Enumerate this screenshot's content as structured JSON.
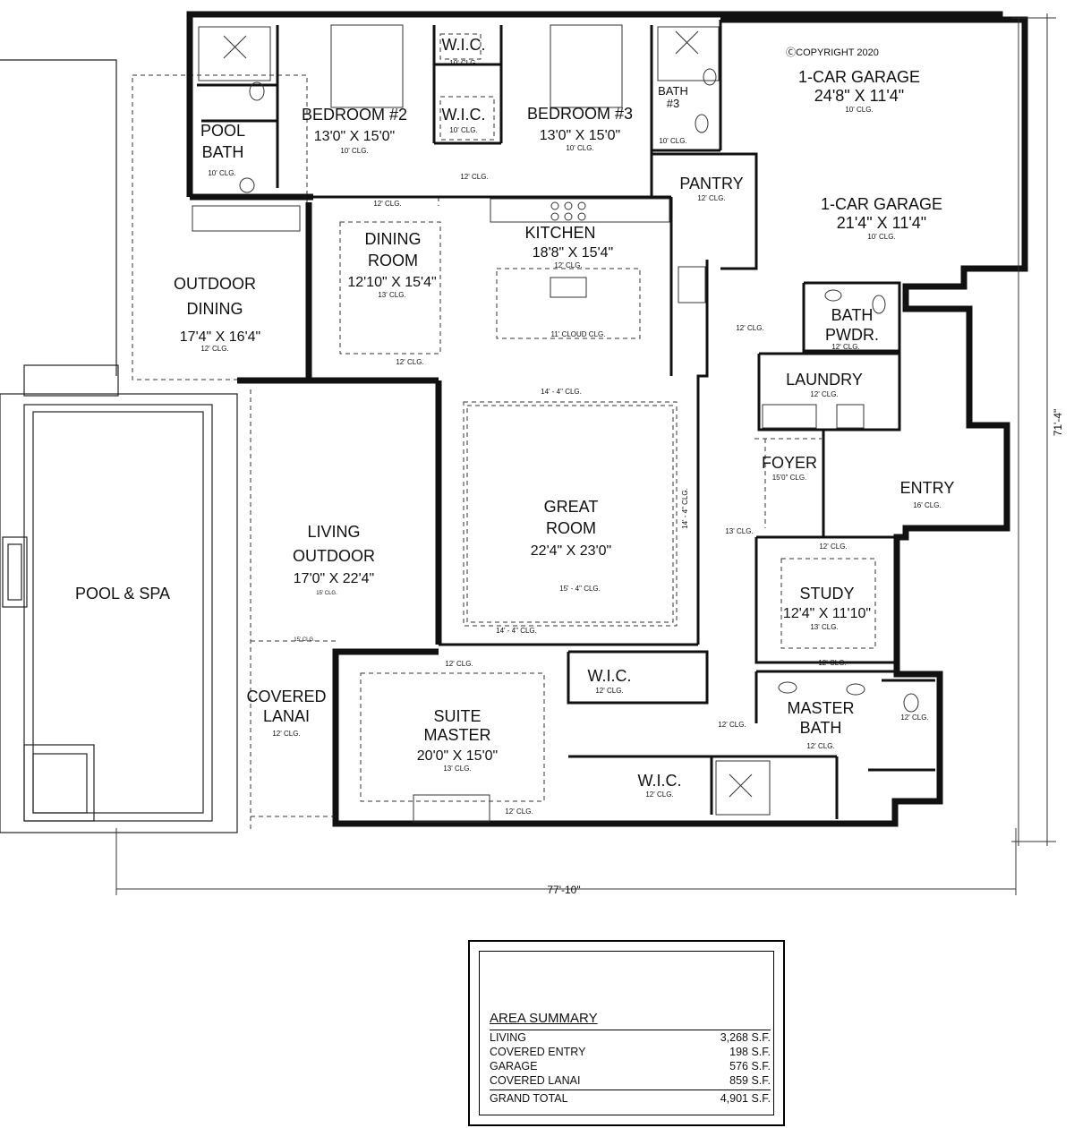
{
  "copyright": "ⒸCOPYRIGHT 2020",
  "rooms": {
    "garage1": {
      "name": "1-CAR GARAGE",
      "size": "24'8\" X 11'4\"",
      "clg": "10' CLG."
    },
    "garage2": {
      "name": "1-CAR GARAGE",
      "size": "21'4\" X 11'4\"",
      "clg": "10' CLG."
    },
    "bedroom2": {
      "name": "BEDROOM #2",
      "size": "13'0\" X 15'0\"",
      "clg": "10' CLG."
    },
    "bedroom3": {
      "name": "BEDROOM #3",
      "size": "13'0\" X 15'0\"",
      "clg": "10' CLG."
    },
    "wic_top1": {
      "name": "W.I.C.",
      "clg": "10' CLG."
    },
    "wic_top2": {
      "name": "W.I.C.",
      "clg": "10' CLG."
    },
    "bath3": {
      "name1": "BATH",
      "name2": "#3",
      "clg": "10' CLG."
    },
    "pool_bath": {
      "name1": "POOL",
      "name2": "BATH",
      "clg": "10' CLG."
    },
    "hall_clg": "12' CLG.",
    "pantry": {
      "name": "PANTRY",
      "clg": "12' CLG."
    },
    "kitchen": {
      "name": "KITCHEN",
      "size": "18'8\" X 15'4\"",
      "clg": "12' CLG.",
      "island_clg": "11' CLOUD CLG."
    },
    "dining": {
      "name1": "DINING",
      "name2": "ROOM",
      "size": "12'10\" X 15'4\"",
      "clg": "13' CLG.",
      "clg2": "12' CLG.",
      "clg3": "12' CLG."
    },
    "outdoor_dining": {
      "name1": "OUTDOOR",
      "name2": "DINING",
      "size": "17'4\" X 16'4\"",
      "clg": "12' CLG."
    },
    "bath_pwdr": {
      "name1": "BATH",
      "name2": "PWDR.",
      "clg": "12' CLG."
    },
    "laundry": {
      "name": "LAUNDRY",
      "clg": "12' CLG."
    },
    "mud_clg": "12' CLG.",
    "foyer": {
      "name": "FOYER",
      "clg": "15'0\" CLG."
    },
    "entry": {
      "name": "ENTRY",
      "clg": "16' CLG."
    },
    "great_room": {
      "name1": "GREAT",
      "name2": "ROOM",
      "size": "22'4\" X 23'0\"",
      "clg_top": "14' - 4\" CLG.",
      "clg_inner": "15' - 4\" CLG.",
      "clg_bottom": "14' - 4\" CLG.",
      "clg_side": "14' - 4\" CLG."
    },
    "hall_east_clg": "13' CLG.",
    "living_outdoor": {
      "name1": "LIVING",
      "name2": "OUTDOOR",
      "size": "17'0\" X 22'4\"",
      "clg": "15' CLG.",
      "clg2": "15' CLG."
    },
    "pool": {
      "name": "POOL & SPA"
    },
    "study": {
      "name": "STUDY",
      "size": "12'4\" X 11'10\"",
      "clg": "13' CLG.",
      "clg_top": "12' CLG.",
      "clg_bottom": "12' CLG."
    },
    "covered_lanai": {
      "name1": "COVERED",
      "name2": "LANAI",
      "clg": "12' CLG."
    },
    "suite_master": {
      "name1": "SUITE",
      "name2": "MASTER",
      "size": "20'0\" X 15'0\"",
      "clg": "13' CLG.",
      "clg_top": "12' CLG.",
      "clg_bottom": "12' CLG."
    },
    "wic_master1": {
      "name": "W.I.C.",
      "clg": "12' CLG."
    },
    "wic_master2": {
      "name": "W.I.C.",
      "clg": "12' CLG."
    },
    "master_bath": {
      "name1": "MASTER",
      "name2": "BATH",
      "clg": "12' CLG.",
      "clg_wc": "12' CLG.",
      "clg_hall": "12' CLG."
    }
  },
  "dimensions": {
    "width": "77'-10\"",
    "depth": "71'-4\""
  },
  "area_summary": {
    "title": "AREA SUMMARY",
    "rows": [
      {
        "label": "LIVING",
        "value": "3,268 S.F."
      },
      {
        "label": "COVERED ENTRY",
        "value": "198 S.F."
      },
      {
        "label": "GARAGE",
        "value": "576 S.F."
      },
      {
        "label": "COVERED LANAI",
        "value": "859 S.F."
      }
    ],
    "total": {
      "label": "GRAND TOTAL",
      "value": "4,901 S.F."
    }
  }
}
